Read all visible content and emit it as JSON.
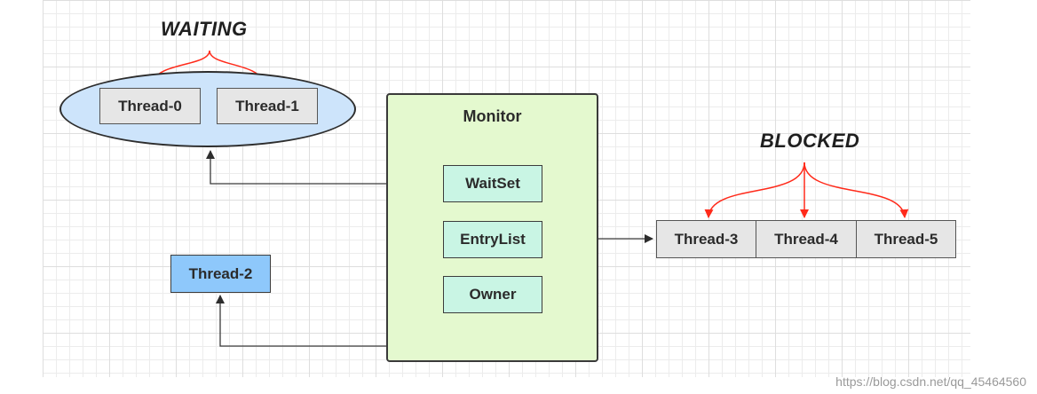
{
  "waiting": {
    "label": "WAITING",
    "threads": [
      "Thread-0",
      "Thread-1"
    ]
  },
  "blocked": {
    "label": "BLOCKED",
    "threads": [
      "Thread-3",
      "Thread-4",
      "Thread-5"
    ]
  },
  "monitor": {
    "title": "Monitor",
    "wait_set": "WaitSet",
    "entry_list": "EntryList",
    "owner": "Owner"
  },
  "owner_thread": "Thread-2",
  "colors": {
    "arrow_red": "#ff2a1a",
    "arrow_dark": "#3a3a3a",
    "ellipse_fill": "#cde4fb",
    "monitor_fill": "#e4f9cf",
    "slot_fill": "#c9f5e4",
    "owner_thread_fill": "#8ec8fb",
    "thread_fill": "#e6e6e6"
  },
  "watermark": "https://blog.csdn.net/qq_45464560"
}
